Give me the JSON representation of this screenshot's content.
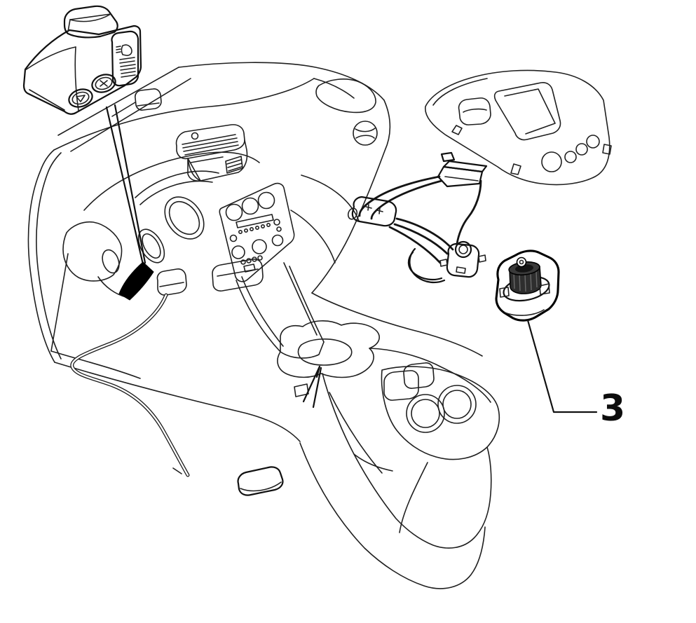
{
  "figure": {
    "type": "exploded-parts-line-diagram",
    "subject": "dashboard-switch-assembly",
    "background_color": "#ffffff",
    "line_color": "#1f1f1f",
    "arrow_fill": "#000000",
    "knurl_fill": "#2e2e2e"
  },
  "callout": {
    "label": "3",
    "target": "rotary-headlamp-leveling-switch"
  },
  "components": [
    {
      "id": "headlamp-switch-panel",
      "name": "headlamp switch panel with fog-lamp buttons and leveling thumbwheel"
    },
    {
      "id": "dashboard",
      "name": "car dashboard line illustration"
    },
    {
      "id": "location-arrow",
      "name": "black filled arrow marking switch location on dash"
    },
    {
      "id": "dash-cable",
      "name": "cable with flat connector"
    },
    {
      "id": "trim-bezel",
      "name": "console trim bezel panel"
    },
    {
      "id": "wiring-harness",
      "name": "wiring harness with connectors and micro-switch"
    },
    {
      "id": "rotary-switch",
      "name": "rotary headlamp leveling switch (item 3)"
    },
    {
      "id": "center-console",
      "name": "center console with cup holders"
    },
    {
      "id": "console-arrow",
      "name": "thin open arrow pointing at console"
    }
  ]
}
